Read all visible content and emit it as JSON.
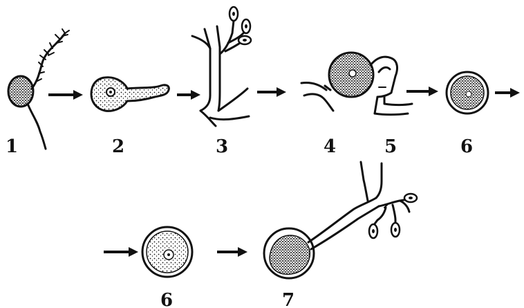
{
  "diagram": {
    "labels": [
      "1",
      "2",
      "3",
      "4",
      "5",
      "6",
      "6",
      "7"
    ]
  },
  "colors": {
    "ink": "#111111",
    "background": "#ffffff"
  }
}
